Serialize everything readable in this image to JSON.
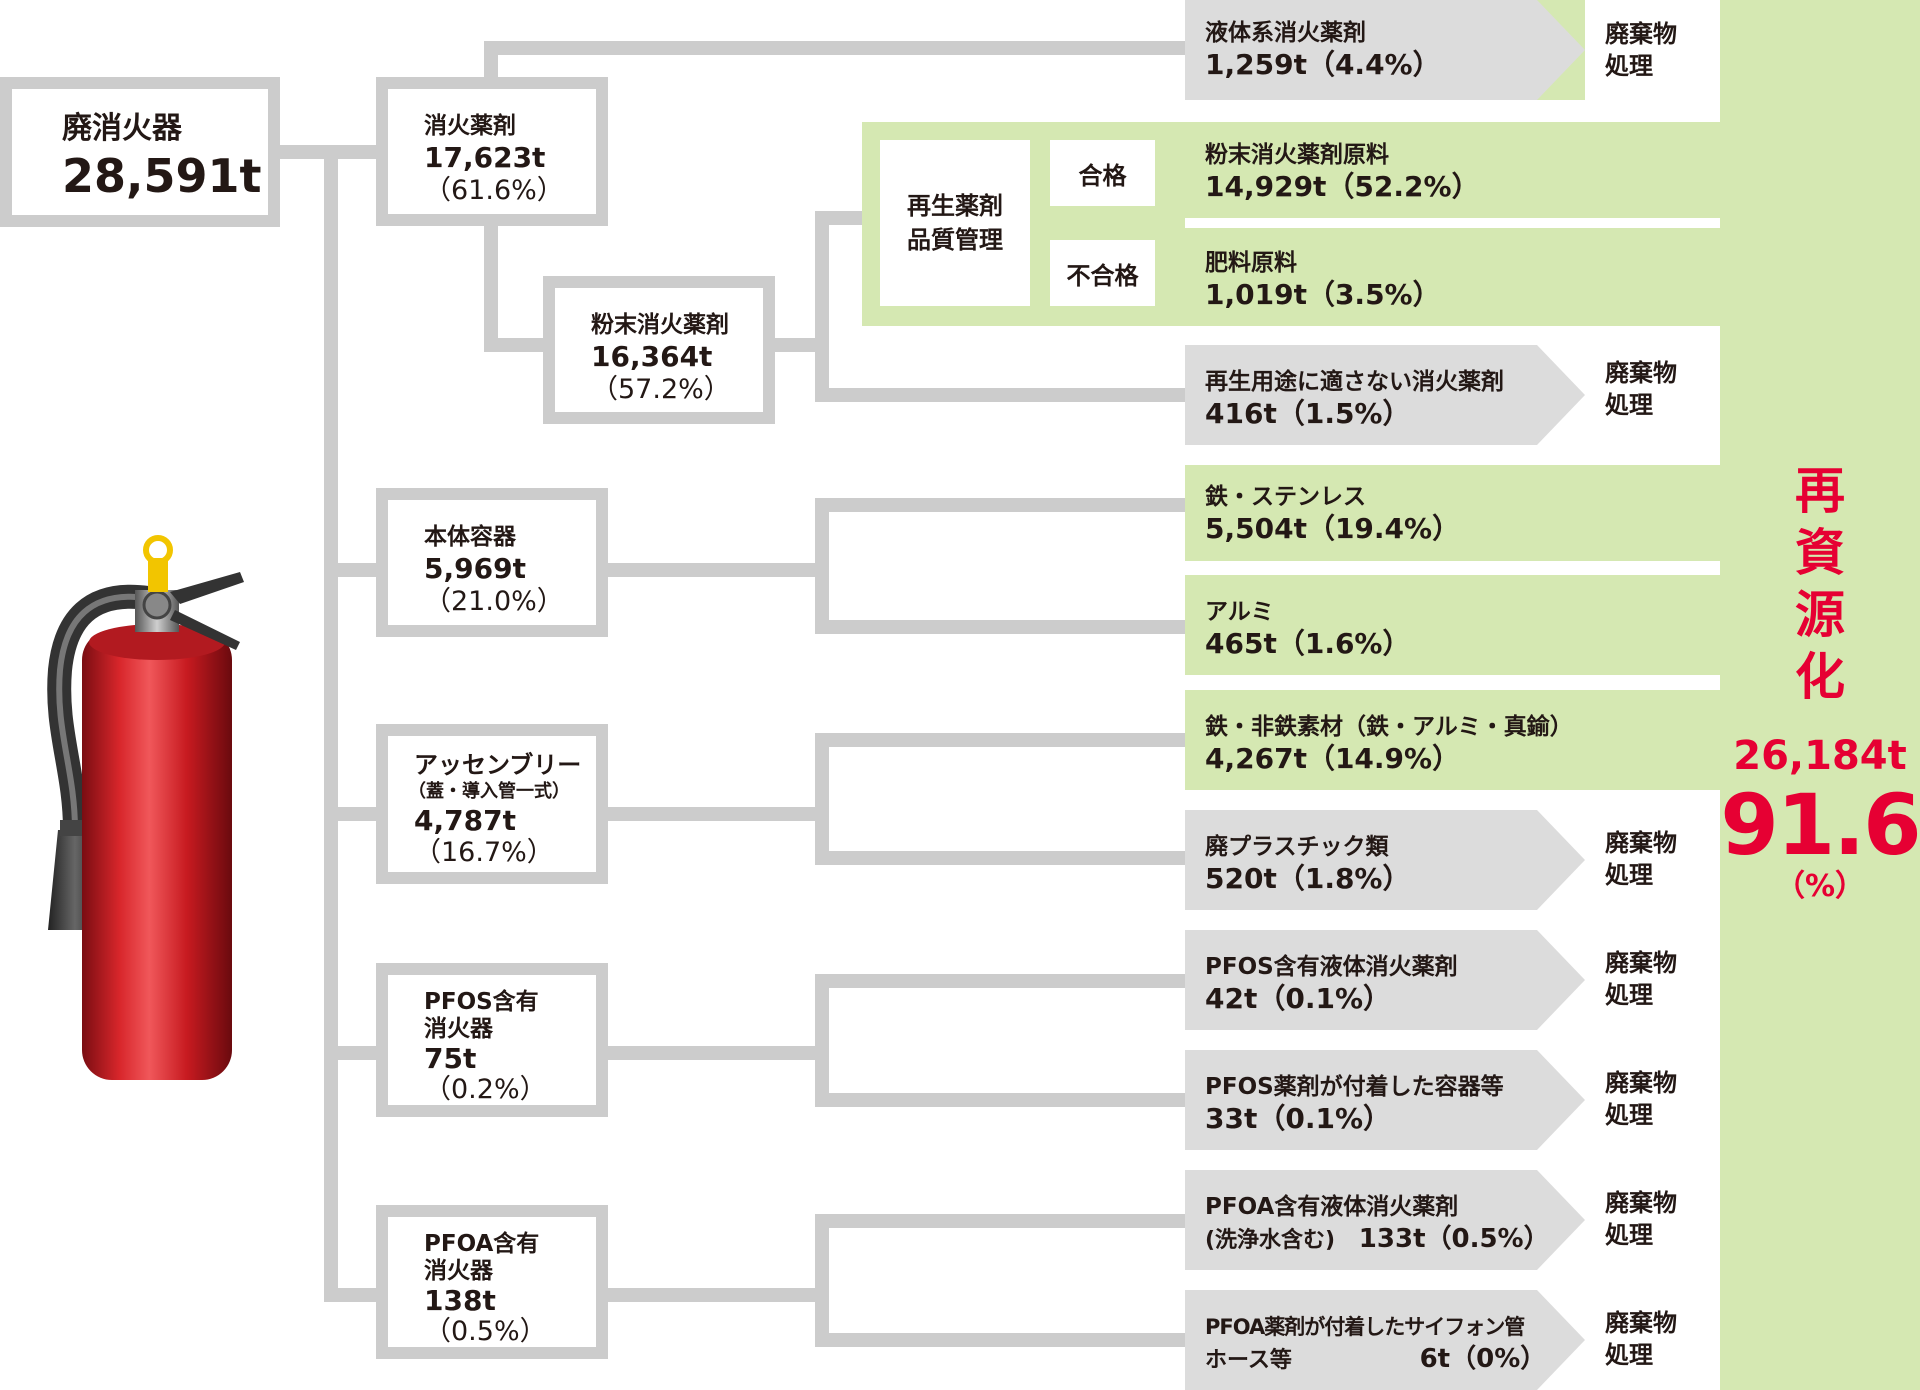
{
  "source": {
    "label": "廃消火器",
    "amount": "28,591t"
  },
  "nodes": {
    "agent": {
      "label": "消火薬剤",
      "amount": "17,623t",
      "pct": "（61.6%）"
    },
    "powder": {
      "label": "粉末消火薬剤",
      "amount": "16,364t",
      "pct": "（57.2%）"
    },
    "body": {
      "label": "本体容器",
      "amount": "5,969t",
      "pct": "（21.0%）"
    },
    "assembly": {
      "label": "アッセンブリー",
      "sub": "（蓋・導入管一式）",
      "amount": "4,787t",
      "pct": "（16.7%）"
    },
    "pfos": {
      "label": "PFOS含有",
      "label2": "消火器",
      "amount": "75t",
      "pct": "（0.2%）"
    },
    "pfoa": {
      "label": "PFOA含有",
      "label2": "消火器",
      "amount": "138t",
      "pct": "（0.5%）"
    }
  },
  "quality": {
    "label1": "再生薬剤",
    "label2": "品質管理",
    "pass": "合格",
    "fail": "不合格"
  },
  "outputs": {
    "liquid": {
      "name": "液体系消火薬剤",
      "value": "1,259t（4.4%）"
    },
    "powder_raw": {
      "name": "粉末消火薬剤原料",
      "value": "14,929t（52.2%）"
    },
    "fertilizer": {
      "name": "肥料原料",
      "value": "1,019t（3.5%）"
    },
    "unsuitable": {
      "name": "再生用途に適さない消火薬剤",
      "value": "416t（1.5%）"
    },
    "steel": {
      "name": "鉄・ステンレス",
      "value": "5,504t（19.4%）"
    },
    "alumi": {
      "name": "アルミ",
      "value": "465t（1.6%）"
    },
    "metals": {
      "name": "鉄・非鉄素材（鉄・アルミ・真鍮）",
      "value": "4,267t（14.9%）"
    },
    "plastic": {
      "name": "廃プラスチック類",
      "value": "520t（1.8%）"
    },
    "pfos_liquid": {
      "name": "PFOS含有液体消火薬剤",
      "value": "42t（0.1%）"
    },
    "pfos_container": {
      "name": "PFOS薬剤が付着した容器等",
      "value": "33t（0.1%）"
    },
    "pfoa_liquid": {
      "name": "PFOA含有液体消火薬剤",
      "sub": "(洗浄水含む)",
      "value": "133t（0.5%）"
    },
    "pfoa_siphon": {
      "name": "PFOA薬剤が付着したサイフォン管",
      "sub": "ホース等",
      "value": "6t（0%）"
    }
  },
  "disposal": {
    "line1": "廃棄物",
    "line2": "処理"
  },
  "total": {
    "label": [
      "再",
      "資",
      "源",
      "化"
    ],
    "amount": "26,184t",
    "rate": "91.6",
    "unit": "（%）"
  },
  "colors": {
    "accent_red": "#e60033",
    "green_band": "#d5e8b2",
    "line_gray": "#cccccc",
    "arrow_gray": "#dcdcdc"
  },
  "icons": {
    "illustration": "fire-extinguisher-icon"
  }
}
